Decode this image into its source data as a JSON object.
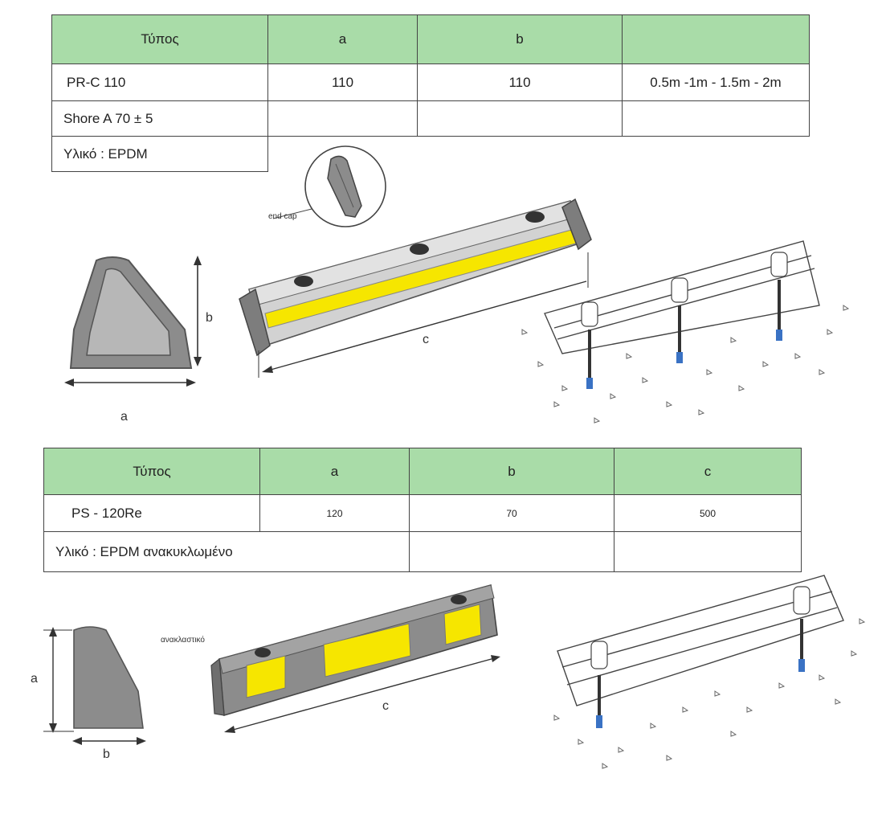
{
  "table1": {
    "headers": [
      "Τύπος",
      "a",
      "b",
      ""
    ],
    "row1": [
      "PR-C 110",
      "110",
      "110",
      "0.5m -1m - 1.5m - 2m"
    ],
    "row2": [
      "Shore A  70 ± 5"
    ],
    "row3": [
      "Υλικό : EPDM"
    ]
  },
  "figure1": {
    "label_a": "a",
    "label_b": "b",
    "label_c": "c",
    "end_cap": "end cap"
  },
  "table2": {
    "headers": [
      "Τύπος",
      "a",
      "b",
      "c"
    ],
    "row1": [
      "PS -  120Re",
      "120",
      "70",
      "500"
    ],
    "row2": [
      "Υλικό : EPDM ανακυκλωμένο"
    ]
  },
  "figure2": {
    "label_a": "a",
    "label_b": "b",
    "label_c": "c",
    "reflective": "ανακλαστικό"
  },
  "colors": {
    "header_green": "#a9dca8",
    "rubber_gray": "#8c8c8c",
    "reflective_yellow": "#f6e600",
    "bolt_blue": "#3a72c4"
  }
}
